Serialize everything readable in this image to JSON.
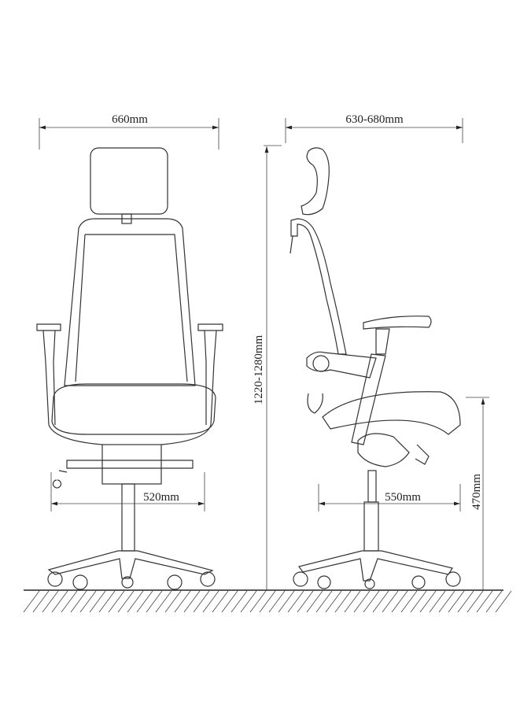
{
  "dimensions": {
    "overall_width": "660mm",
    "overall_depth": "630-680mm",
    "overall_height": "1220-1280mm",
    "base_width_front": "520mm",
    "base_width_side": "550mm",
    "seat_height": "470mm"
  },
  "views": [
    "front-view",
    "side-view"
  ],
  "colors": {
    "line": "#333333",
    "background": "#ffffff"
  }
}
